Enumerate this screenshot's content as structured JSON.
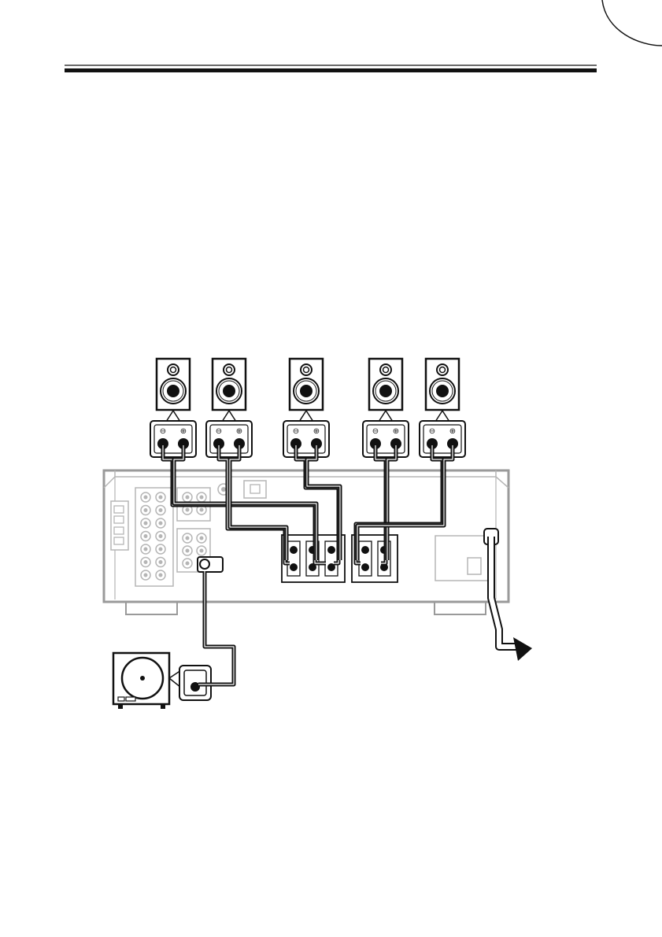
{
  "page": {
    "header_rules": {
      "color": "#111111"
    }
  },
  "diagram": {
    "speakers": [
      {
        "id": "speaker-1",
        "name": "speaker-1"
      },
      {
        "id": "speaker-2",
        "name": "speaker-2"
      },
      {
        "id": "speaker-3",
        "name": "speaker-3"
      },
      {
        "id": "speaker-4",
        "name": "speaker-4"
      },
      {
        "id": "speaker-5",
        "name": "speaker-5"
      }
    ],
    "terminal_symbols": {
      "minus": "⊖",
      "plus": "⊕"
    },
    "colors": {
      "ink": "#111111",
      "receiver_outline": "#9a9a9a",
      "receiver_fill": "#ffffff",
      "detail_gray": "#b5b5b5",
      "cable": "#111111"
    },
    "icons": {
      "subwoofer": "subwoofer-icon",
      "power_plug": "power-plug-arrow-icon"
    }
  }
}
